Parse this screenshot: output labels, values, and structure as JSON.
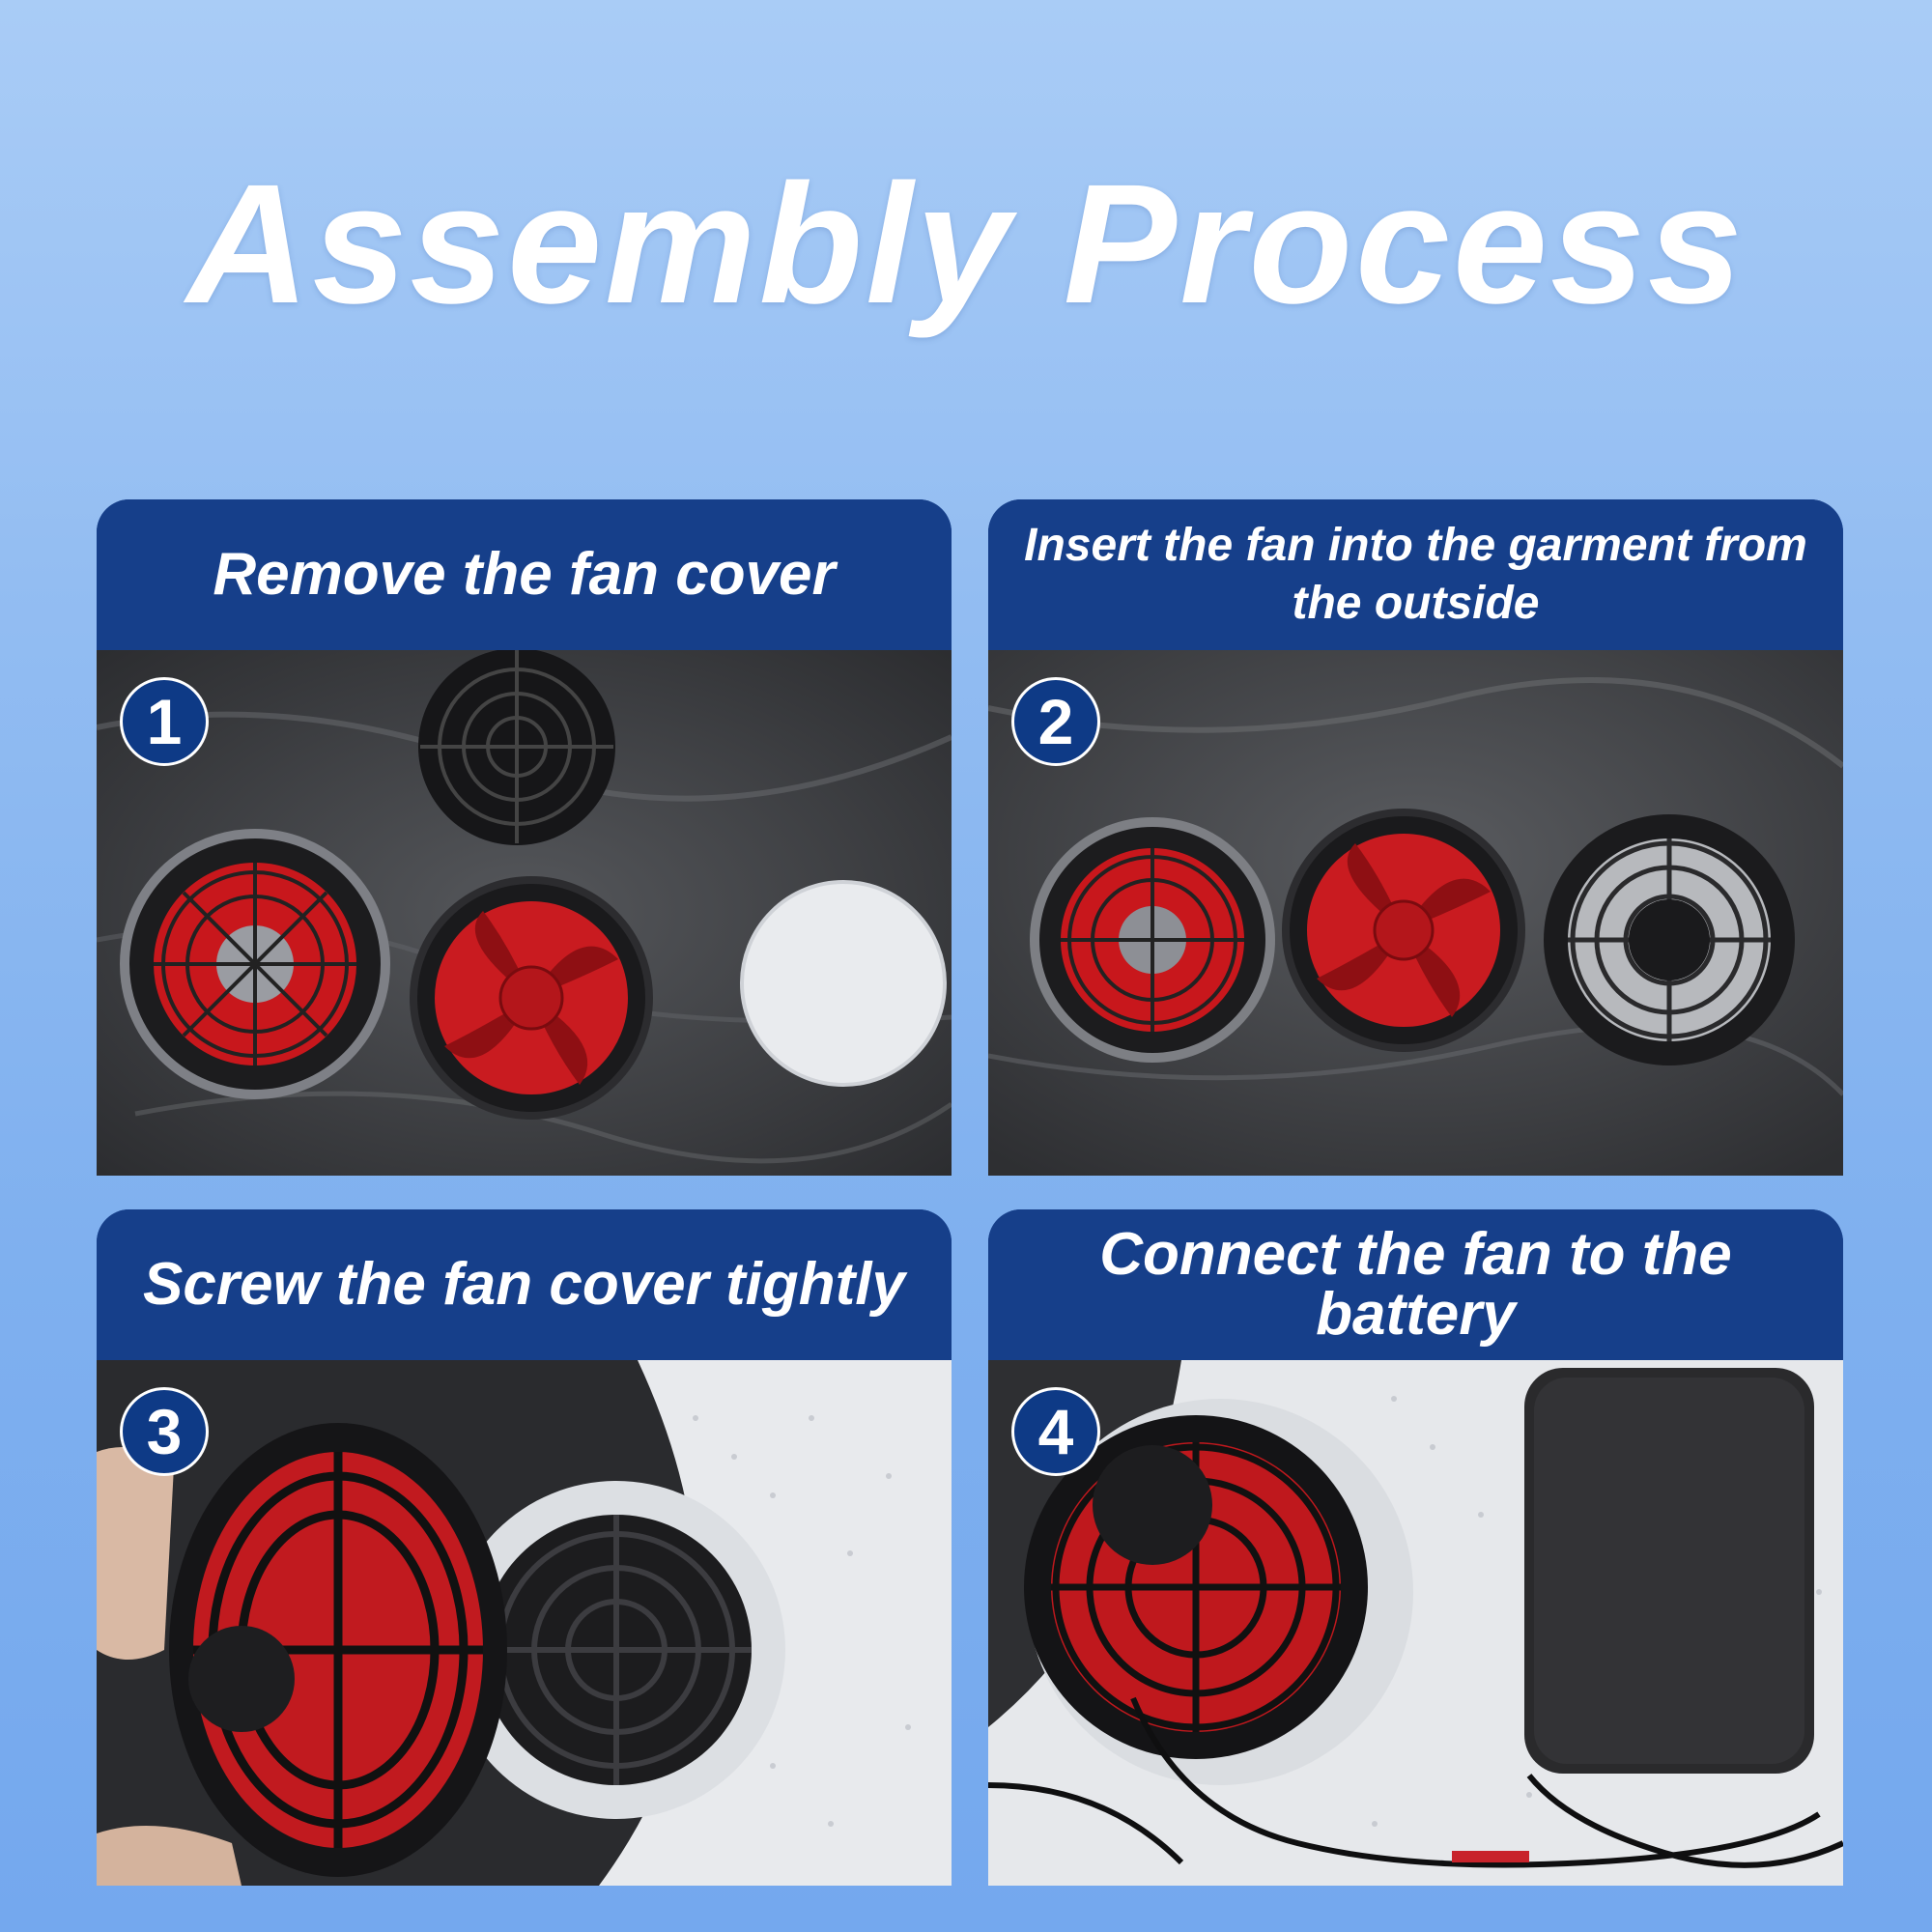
{
  "title": "Assembly Process",
  "steps": [
    {
      "number": "1",
      "label": "Remove the fan cover"
    },
    {
      "number": "2",
      "label": "Insert the fan into the garment from the outside"
    },
    {
      "number": "3",
      "label": "Screw the fan cover tightly"
    },
    {
      "number": "4",
      "label": "Connect the fan to the battery"
    }
  ],
  "colors": {
    "background": "#8fb9f1",
    "panel_header": "#163f8a",
    "badge": "#0e3a86",
    "fan_blade": "#d01f24",
    "fabric": "#3a3b3e"
  }
}
